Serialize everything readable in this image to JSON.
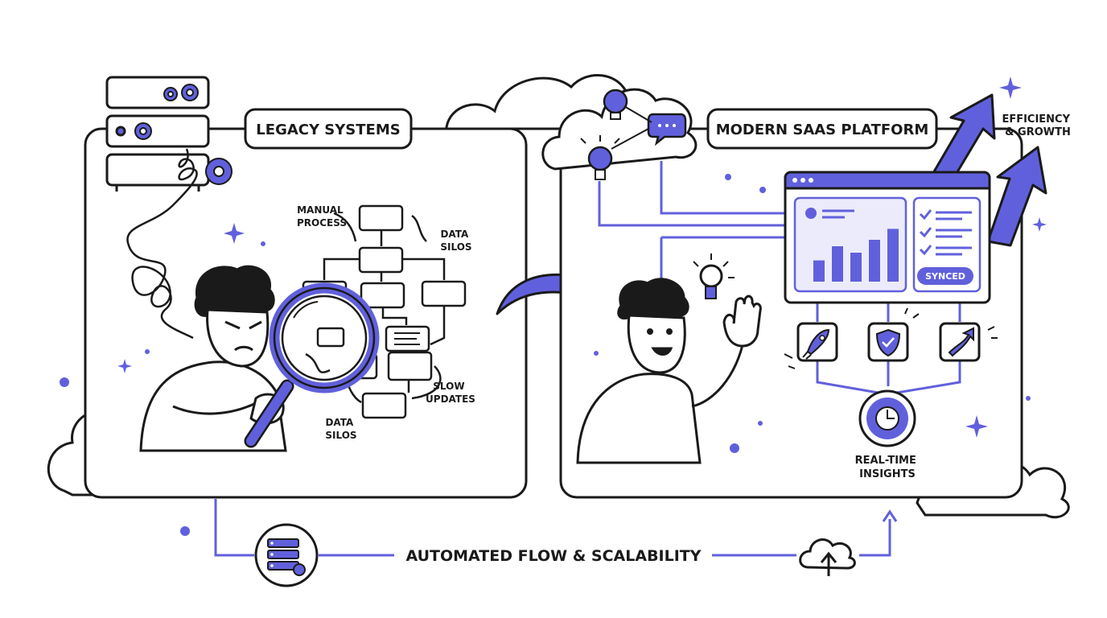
{
  "legacy": {
    "title": "LEGACY SYSTEMS",
    "manual_process": [
      "MANUAL",
      "PROCESS"
    ],
    "data_silos_top": [
      "DATA",
      "SILOS"
    ],
    "slow_updates": [
      "SLOW",
      "UPDATES"
    ],
    "data_silos_bottom": [
      "DATA",
      "SILOS"
    ]
  },
  "modern": {
    "title": "MODERN SAAS PLATFORM",
    "dashboard": {
      "synced_badge": "SYNCED",
      "bar_levels": [
        0.33,
        0.55,
        0.45,
        0.65,
        0.82
      ]
    },
    "real_time_insights": [
      "REAL-TIME",
      "INSIGHTS"
    ],
    "efficiency": [
      "EFFICIENCY",
      "& GROWTH"
    ]
  },
  "footer": {
    "label": "AUTOMATED FLOW & SCALABILITY"
  },
  "colors": {
    "accent": "#6160DC",
    "ink": "#1a1a1a",
    "accent_light": "#ECEBFB"
  }
}
